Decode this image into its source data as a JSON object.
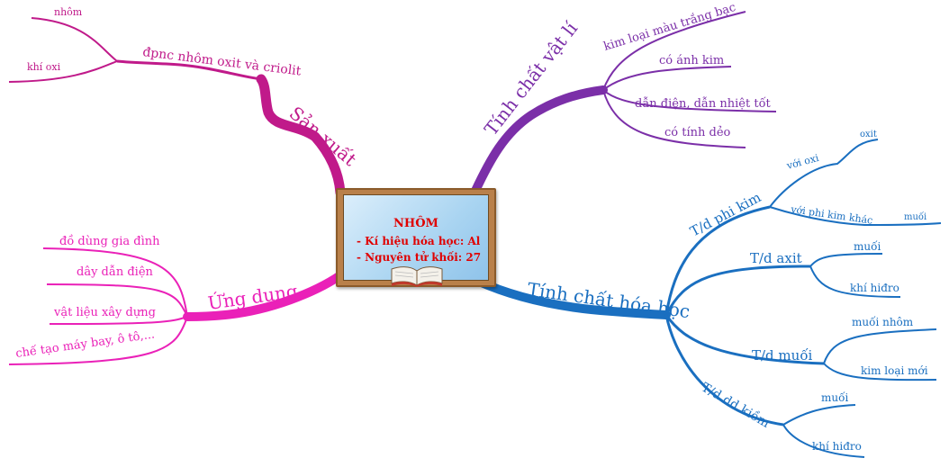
{
  "center": {
    "title": "NHÔM",
    "line1": "- Kí hiệu hóa học: Al",
    "line2": "- Nguyên tử khối: 27"
  },
  "colors": {
    "san_xuat": "#c01a8a",
    "tinh_chat_vat_li": "#7b2fa8",
    "tinh_chat_hoa_hoc": "#1a6fc0",
    "ung_dung": "#ea21b8"
  },
  "branches": {
    "san_xuat": {
      "label": "Sản xuất",
      "sub": "đpnc nhôm oxit và criolit",
      "leaves": [
        "nhôm",
        "khí oxi"
      ]
    },
    "tinh_chat_vat_li": {
      "label": "Tính chất vật lí",
      "leaves": [
        "kim loại màu trắng bạc",
        "có ánh kim",
        "dẫn điện, dẫn nhiệt tốt",
        "có tính dẻo"
      ]
    },
    "ung_dung": {
      "label": "Ứng dụng",
      "leaves": [
        "đồ dùng gia đình",
        "dây dẫn điện",
        "vật liệu xây dựng",
        "chế tạo máy bay, ô tô,..."
      ]
    },
    "tinh_chat_hoa_hoc": {
      "label": "Tính chất hóa học",
      "phi_kim": {
        "label": "T/d phi kim",
        "oxi": {
          "label": "với oxi",
          "leaf": "oxit"
        },
        "khac": {
          "label": "với phi kim khác",
          "leaf": "muối"
        }
      },
      "axit": {
        "label": "T/d axit",
        "leaves": [
          "muối",
          "khí hiđro"
        ]
      },
      "muoi": {
        "label": "T/d muối",
        "leaves": [
          "muối nhôm",
          "kim loại mới"
        ]
      },
      "kiem": {
        "label": "T/d dd kiềm",
        "leaves": [
          "muối",
          "khí hiđro"
        ]
      }
    }
  }
}
